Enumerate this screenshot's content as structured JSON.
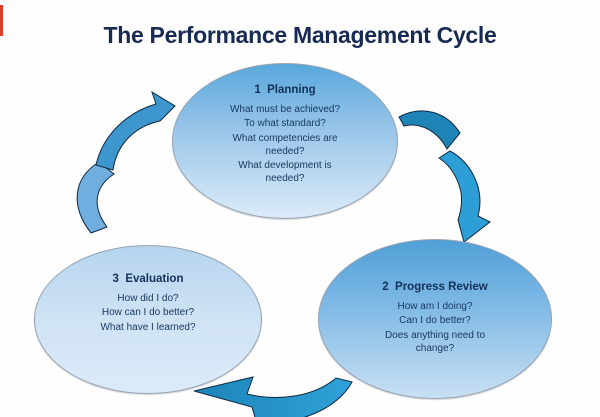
{
  "title": "The Performance Management Cycle",
  "ellipses": [
    {
      "id": "planning",
      "heading": "1  Planning",
      "questions": [
        "What must be achieved?",
        "To what standard?",
        "What competencies are\nneeded?",
        "What development is\nneeded?"
      ]
    },
    {
      "id": "progress-review",
      "heading": "2  Progress Review",
      "questions": [
        "How am I doing?",
        "Can I do better?",
        "Does anything need to\nchange?"
      ]
    },
    {
      "id": "evaluation",
      "heading": "3  Evaluation",
      "questions": [
        "How did I do?",
        "How can I do better?",
        "What have I learned?"
      ]
    }
  ],
  "arrows": [
    {
      "name": "evaluation-to-planning",
      "direction": "up-right"
    },
    {
      "name": "planning-to-progress-review",
      "direction": "down-right"
    },
    {
      "name": "progress-review-to-evaluation",
      "direction": "left"
    }
  ],
  "colors": {
    "title_text": "#172a52",
    "body_text": "#17375e",
    "heading_text": "#14315a",
    "ellipse_border": "#97a3b0",
    "planning_gradient_top": "#58a8dc",
    "planning_gradient_bottom": "#dcebf8",
    "progress_gradient_top": "#4f9fd6",
    "progress_gradient_bottom": "#c9e0f3",
    "evaluation_gradient_top": "#b6d4ef",
    "evaluation_gradient_bottom": "#dcebf8",
    "arrow_bright_blue": "#2d9fd6",
    "arrow_dark_teal": "#1e84b6",
    "arrow_light_blue": "#6faedf",
    "arrow_medium_blue": "#3d96ce",
    "arrow_outline": "#10293f",
    "edge_mark_red": "#e23a28"
  }
}
